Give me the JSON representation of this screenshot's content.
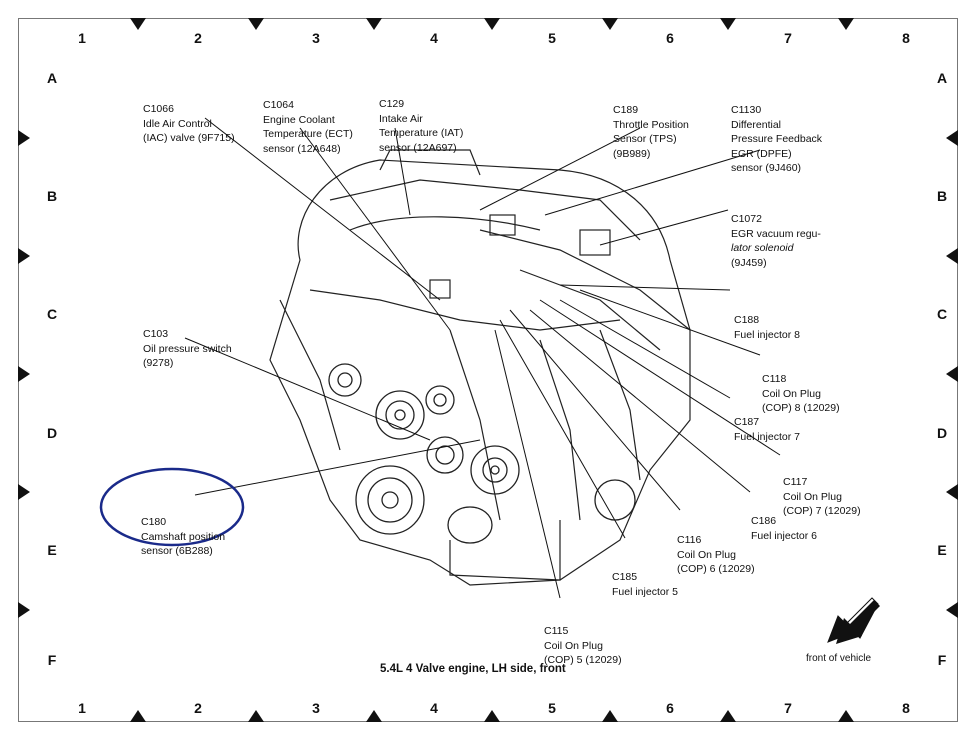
{
  "column_numbers": [
    "1",
    "2",
    "3",
    "4",
    "5",
    "6",
    "7",
    "8"
  ],
  "row_letters": [
    "A",
    "B",
    "C",
    "D",
    "E",
    "F"
  ],
  "callouts": [
    {
      "id": "c1066",
      "lines": [
        "C1066",
        "Idle Air Control",
        "(IAC) valve (9F715)"
      ]
    },
    {
      "id": "c1064",
      "lines": [
        "C1064",
        "Engine Coolant",
        "Temperature (ECT)",
        "sensor (12A648)"
      ]
    },
    {
      "id": "c129",
      "lines": [
        "C129",
        "Intake Air",
        "Temperature (IAT)",
        "sensor (12A697)"
      ]
    },
    {
      "id": "c189",
      "lines": [
        "C189",
        "Throttle Position",
        "Sensor (TPS)",
        "(9B989)"
      ]
    },
    {
      "id": "c1130",
      "lines": [
        "C1130",
        "Differential",
        "Pressure Feedback",
        "EGR (DPFE)",
        "sensor (9J460)"
      ]
    },
    {
      "id": "c1072",
      "lines": [
        "C1072",
        "EGR vacuum regu-",
        "lator solenoid",
        "(9J459)"
      ]
    },
    {
      "id": "c188",
      "lines": [
        "C188",
        "Fuel injector 8"
      ]
    },
    {
      "id": "c103",
      "lines": [
        "C103",
        "Oil pressure switch",
        "(9278)"
      ]
    },
    {
      "id": "c118",
      "lines": [
        "C118",
        "Coil On Plug",
        "(COP) 8 (12029)"
      ]
    },
    {
      "id": "c187",
      "lines": [
        "C187",
        "Fuel injector 7"
      ]
    },
    {
      "id": "c117",
      "lines": [
        "C117",
        "Coil On Plug",
        "(COP) 7 (12029)"
      ]
    },
    {
      "id": "c186",
      "lines": [
        "C186",
        "Fuel injector 6"
      ]
    },
    {
      "id": "c180",
      "lines": [
        "C180",
        "Camshaft position",
        "sensor (6B288)"
      ]
    },
    {
      "id": "c116",
      "lines": [
        "C116",
        "Coil On Plug",
        "(COP) 6 (12029)"
      ]
    },
    {
      "id": "c185",
      "lines": [
        "C185",
        "Fuel injector 5"
      ]
    },
    {
      "id": "c115",
      "lines": [
        "C115",
        "Coil On Plug",
        "(COP) 5 (12029)"
      ]
    }
  ],
  "caption": "5.4L 4 Valve engine, LH side, front",
  "front_label": "front of vehicle",
  "colors": {
    "highlight": "#1a2a8a",
    "ink": "#111111"
  }
}
